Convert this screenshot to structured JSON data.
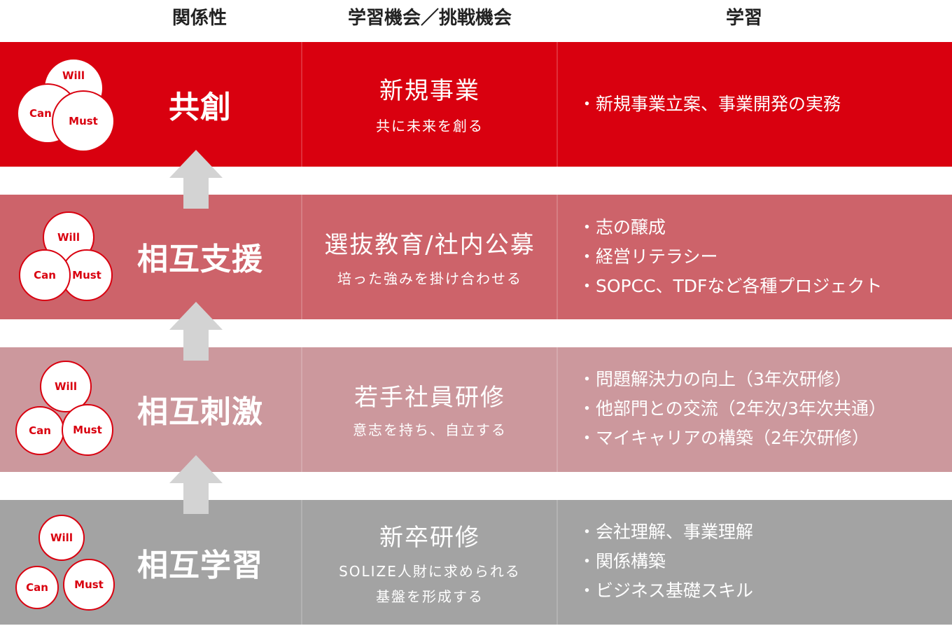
{
  "headers": {
    "relationship": "関係性",
    "opportunities": "学習機会／挑戦機会",
    "learning": "学習"
  },
  "circle_labels": {
    "will": "Will",
    "can": "Can",
    "must": "Must"
  },
  "colors": {
    "accent_red": "#d9000f",
    "band_kyoso": "#d9000f",
    "band_shien": "#cd636a",
    "band_shigeki": "#cc989d",
    "band_gakushu": "#a3a3a3",
    "arrow": "#d3d3d3"
  },
  "levels": [
    {
      "relationship": "共創",
      "opportunity_title": "新規事業",
      "opportunity_sub": [
        "共に未来を創る"
      ],
      "learning": [
        "・新規事業立案、事業開発の実務"
      ]
    },
    {
      "relationship": "相互支援",
      "opportunity_title": "選抜教育/社内公募",
      "opportunity_sub": [
        "培った強みを掛け合わせる"
      ],
      "learning": [
        "・志の醸成",
        "・経営リテラシー",
        "・SOPCC、TDFなど各種プロジェクト"
      ]
    },
    {
      "relationship": "相互刺激",
      "opportunity_title": "若手社員研修",
      "opportunity_sub": [
        "意志を持ち、自立する"
      ],
      "learning": [
        "・問題解決力の向上（3年次研修）",
        "・他部門との交流（2年次/3年次共通）",
        "・マイキャリアの構築（2年次研修）"
      ]
    },
    {
      "relationship": "相互学習",
      "opportunity_title": "新卒研修",
      "opportunity_sub": [
        "SOLIZE人財に求められる",
        "基盤を形成する"
      ],
      "learning": [
        "・会社理解、事業理解",
        "・関係構築",
        "・ビジネス基礎スキル"
      ]
    }
  ],
  "icons": {
    "arrow": "up-arrow-icon",
    "venn": "will-can-must-venn-icon"
  }
}
